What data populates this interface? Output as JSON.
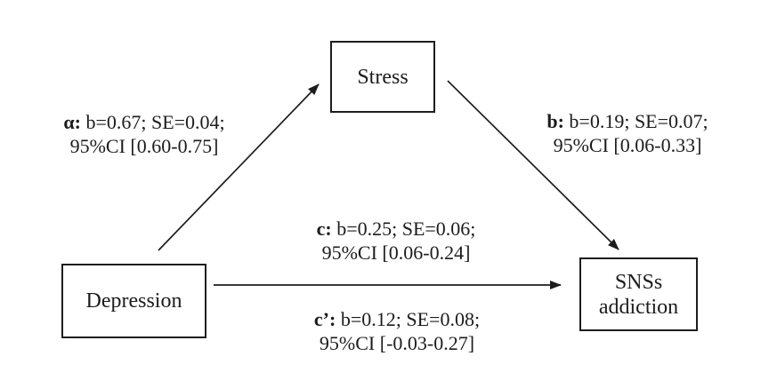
{
  "colors": {
    "background": "#ffffff",
    "ink": "#1c1c1c"
  },
  "nodes": {
    "stress": {
      "label": "Stress"
    },
    "depression": {
      "label": "Depression"
    },
    "sns_addiction": {
      "label_line1": "SNSs",
      "label_line2": "addiction"
    }
  },
  "paths": {
    "a": {
      "from": "depression",
      "to": "stress",
      "coef_label": "α:",
      "estimate": "b=0.67; SE=0.04;",
      "ci": "95%CI [0.60-0.75]"
    },
    "b": {
      "from": "stress",
      "to": "sns_addiction",
      "coef_label": "b:",
      "estimate": "b=0.19; SE=0.07;",
      "ci": "95%CI [0.06-0.33]"
    },
    "c": {
      "from": "depression",
      "to": "sns_addiction",
      "coef_label": "c:",
      "estimate": "b=0.25; SE=0.06;",
      "ci": "95%CI [0.06-0.24]"
    },
    "c_prime": {
      "from": "depression",
      "to": "sns_addiction",
      "coef_label": "c’:",
      "estimate": "b=0.12; SE=0.08;",
      "ci": "95%CI [-0.03-0.27]"
    }
  }
}
